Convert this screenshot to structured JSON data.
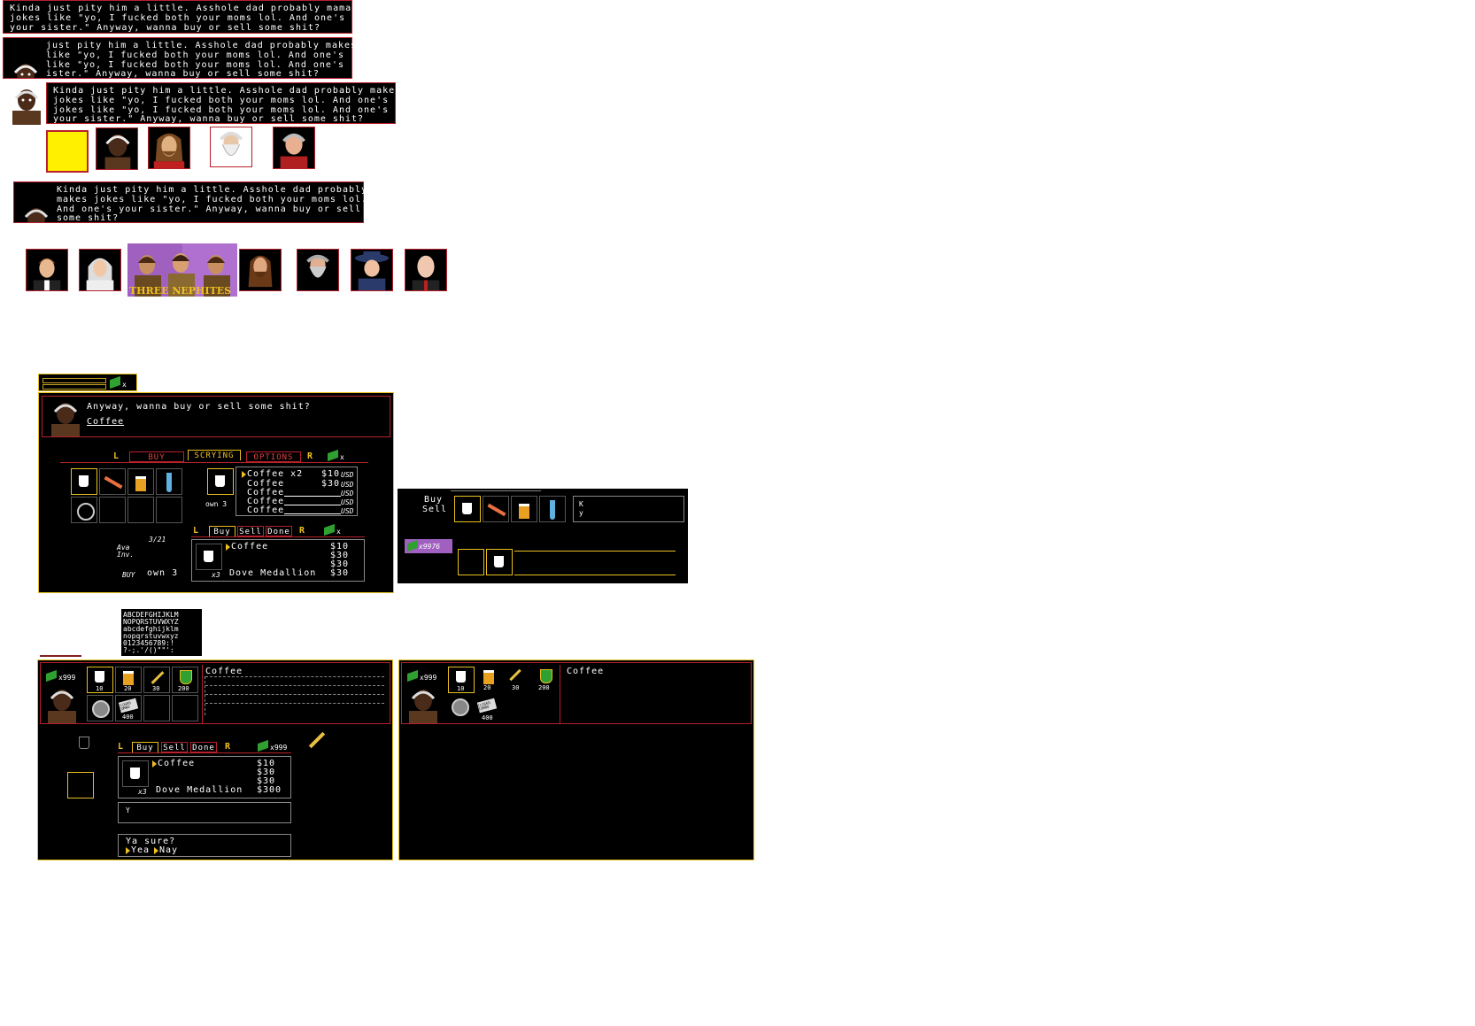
{
  "dialogues": {
    "d1": [
      "Kinda just pity him a little. Asshole dad probably mamakes",
      "jokes like \"yo, I fucked both your moms lol. And one's",
      "your sister.\" Anyway, wanna buy or sell some shit?"
    ],
    "d2": [
      "just pity him a little. Asshole dad probably makes",
      "like \"yo, I fucked both your moms lol. And one's",
      "like \"yo, I fucked both your moms lol. And one's",
      "ister.\" Anyway, wanna buy or sell some shit?"
    ],
    "d3": [
      "Kinda just pity him a little. Asshole dad probably makes",
      "jokes like \"yo, I fucked both your moms lol. And one's",
      "jokes like \"yo, I fucked both your moms lol. And one's",
      "your sister.\" Anyway, wanna buy or sell some shit?"
    ],
    "d4": [
      "Kinda just pity him a little. Asshole dad probably",
      "makes jokes like \"yo, I fucked both your moms lol.",
      "And one's your sister.\" Anyway, wanna buy or sell",
      "some shit?"
    ]
  },
  "group_caption": "THREE NEPHITES",
  "shop1": {
    "currency_x": "x",
    "prompt": "Anyway, wanna buy or sell some shit?",
    "item_name": "Coffee",
    "tabs": {
      "l": "L",
      "buy": "BUY",
      "scrying": "SCRYING",
      "options": "OPTIONS",
      "r": "R"
    },
    "price_list": [
      {
        "name": "Coffee x2",
        "price": "$10",
        "unit": "USD"
      },
      {
        "name": "Coffee",
        "price": "$30",
        "unit": "USD"
      },
      {
        "name": "Coffee",
        "price": "",
        "unit": "USD"
      },
      {
        "name": "Coffee",
        "price": "",
        "unit": "USD"
      },
      {
        "name": "Coffee",
        "price": "",
        "unit": "USD"
      }
    ],
    "own": "own 3",
    "num": "3/21",
    "ava": "Ava",
    "inv": "Inv.",
    "buy_label": "BUY",
    "own2": "own 3",
    "tabs2": {
      "l": "L",
      "buy": "Buy",
      "sell": "Sell",
      "done": "Done",
      "r": "R"
    },
    "list2": [
      {
        "name": "Coffee",
        "price": "$10"
      },
      {
        "name": "",
        "price": "$30"
      },
      {
        "name": "",
        "price": "$30"
      },
      {
        "name": "Dove Medallion",
        "qty": "x3",
        "price": "$30"
      }
    ]
  },
  "shop2": {
    "buy": "Buy",
    "sell": "Sell",
    "k": "K",
    "y": "y",
    "money": "x9976"
  },
  "font_sheet": [
    "ABCDEFGHIJKLM",
    "NOPQRSTUVWXYZ",
    "abcdefghijklm",
    "nopqrstuvwxyz",
    "0123456789:!",
    "?-;.'/()\"\"':"
  ],
  "shop3": {
    "money": "x999",
    "item_prices": [
      "10",
      "20",
      "30",
      "200",
      "",
      "400"
    ],
    "closed_sign": "CLOSED COMBO",
    "item_name": "Coffee",
    "tabs": {
      "l": "L",
      "buy": "Buy",
      "sell": "Sell",
      "done": "Done",
      "r": "R"
    },
    "money2": "x999",
    "list": [
      {
        "name": "Coffee",
        "price": "$10"
      },
      {
        "name": "",
        "price": "$30"
      },
      {
        "name": "",
        "price": "$30"
      },
      {
        "name": "Dove Medallion",
        "qty": "x3",
        "price": "$300"
      }
    ],
    "input": "Y",
    "confirm": "Ya sure?",
    "yea": "Yea",
    "nay": "Nay"
  },
  "shop4": {
    "money": "x999",
    "item_prices": [
      "10",
      "20",
      "30",
      "200",
      "400"
    ],
    "closed_sign": "CLOSED COMBO",
    "item_name": "Coffee"
  },
  "colors": {
    "border_red": "#b8202c",
    "border_gold": "#e8c020",
    "accent_yellow": "#f0c020",
    "purple": "#a060c0"
  }
}
